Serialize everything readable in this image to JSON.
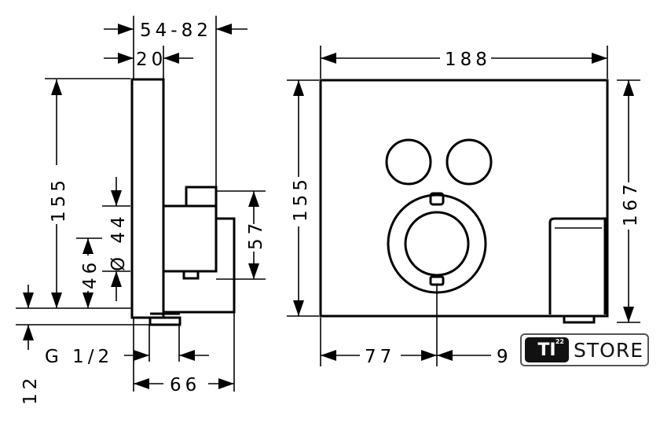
{
  "side_view": {
    "dim_total_depth": "54-82",
    "dim_plate_depth": "20",
    "dim_height": "155",
    "dim_diameter": "Ø 44",
    "dim_offset": "46",
    "dim_bottom": "12",
    "dim_thread": "G 1/2",
    "dim_body_depth": "66",
    "dim_body_height": "57"
  },
  "front_view": {
    "dim_width": "188",
    "dim_height": "155",
    "dim_total_height": "167",
    "dim_center_x": "77",
    "dim_right": "9"
  },
  "logo": {
    "mark": "TI",
    "superscript": "22",
    "text": "STORE"
  }
}
